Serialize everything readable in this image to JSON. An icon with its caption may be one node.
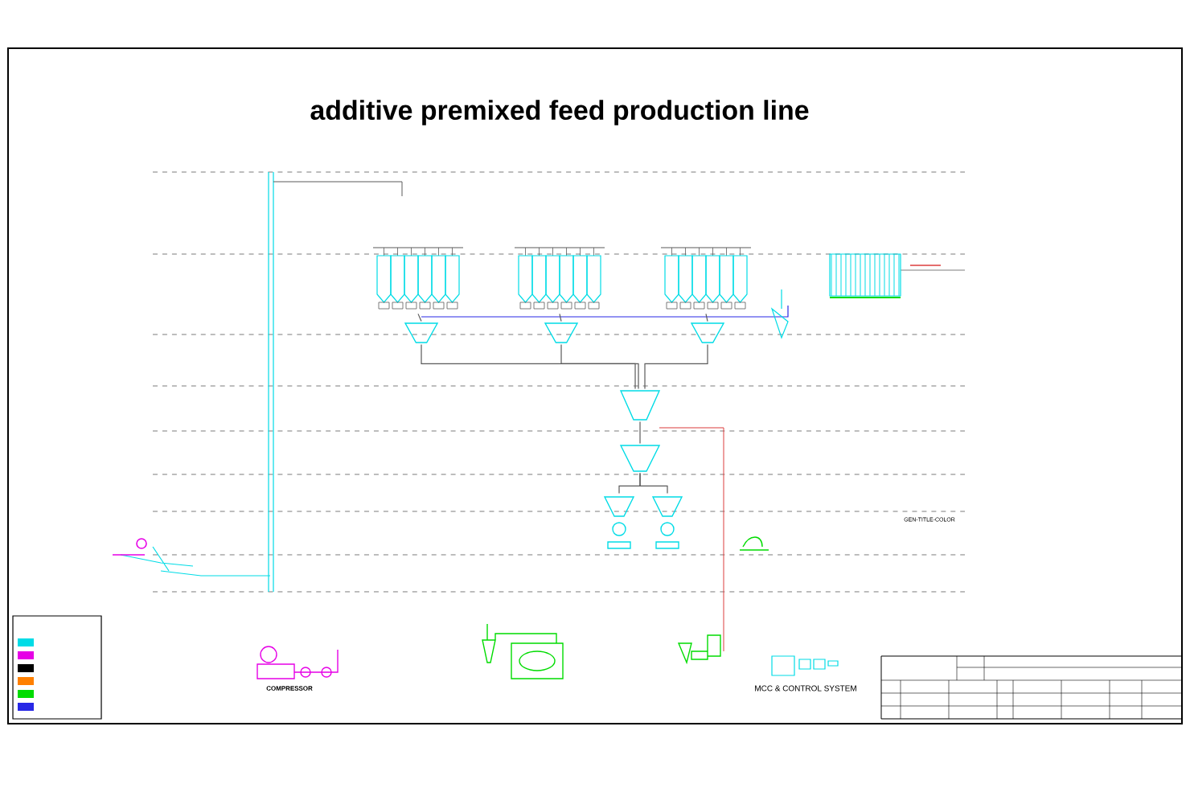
{
  "diagram": {
    "title": "additive premixed feed production line",
    "nodes": [
      {
        "text": [],
        "shape": "picture"
      },
      {
        "text": [],
        "shape": "picture"
      },
      {
        "text": [],
        "shape": "picture"
      },
      {
        "text": [],
        "shape": "picture"
      },
      {
        "text": [],
        "shape": "picture"
      },
      {
        "text": [],
        "shape": "picture"
      },
      {
        "text": [],
        "shape": "picture"
      },
      {
        "text": [],
        "shape": "picture"
      },
      {
        "text": [],
        "shape": "picture"
      },
      {
        "text": [],
        "shape": "picture"
      },
      {
        "text": [],
        "shape": "picture"
      },
      {
        "text": [
          "COMPRESSOR"
        ]
      },
      {
        "text": [
          "MCC & CONTROL SYSTEM"
        ]
      }
    ],
    "edges": [
      {
        "from": 0,
        "to": 4,
        "arrow": "none"
      },
      {
        "from": 1,
        "to": 5,
        "arrow": "none"
      },
      {
        "from": 2,
        "to": 6,
        "arrow": "none"
      },
      {
        "from": 4,
        "to": 7,
        "arrow": "none"
      },
      {
        "from": 5,
        "to": 7,
        "arrow": "none"
      },
      {
        "from": 6,
        "to": 7,
        "arrow": "none"
      },
      {
        "from": 7,
        "to": 8,
        "arrow": "none"
      },
      {
        "from": 8,
        "to": 9,
        "arrow": "none"
      },
      {
        "from": 8,
        "to": 10,
        "arrow": "none"
      }
    ],
    "labels": [
      "GEN-TITLE-COLOR"
    ]
  }
}
